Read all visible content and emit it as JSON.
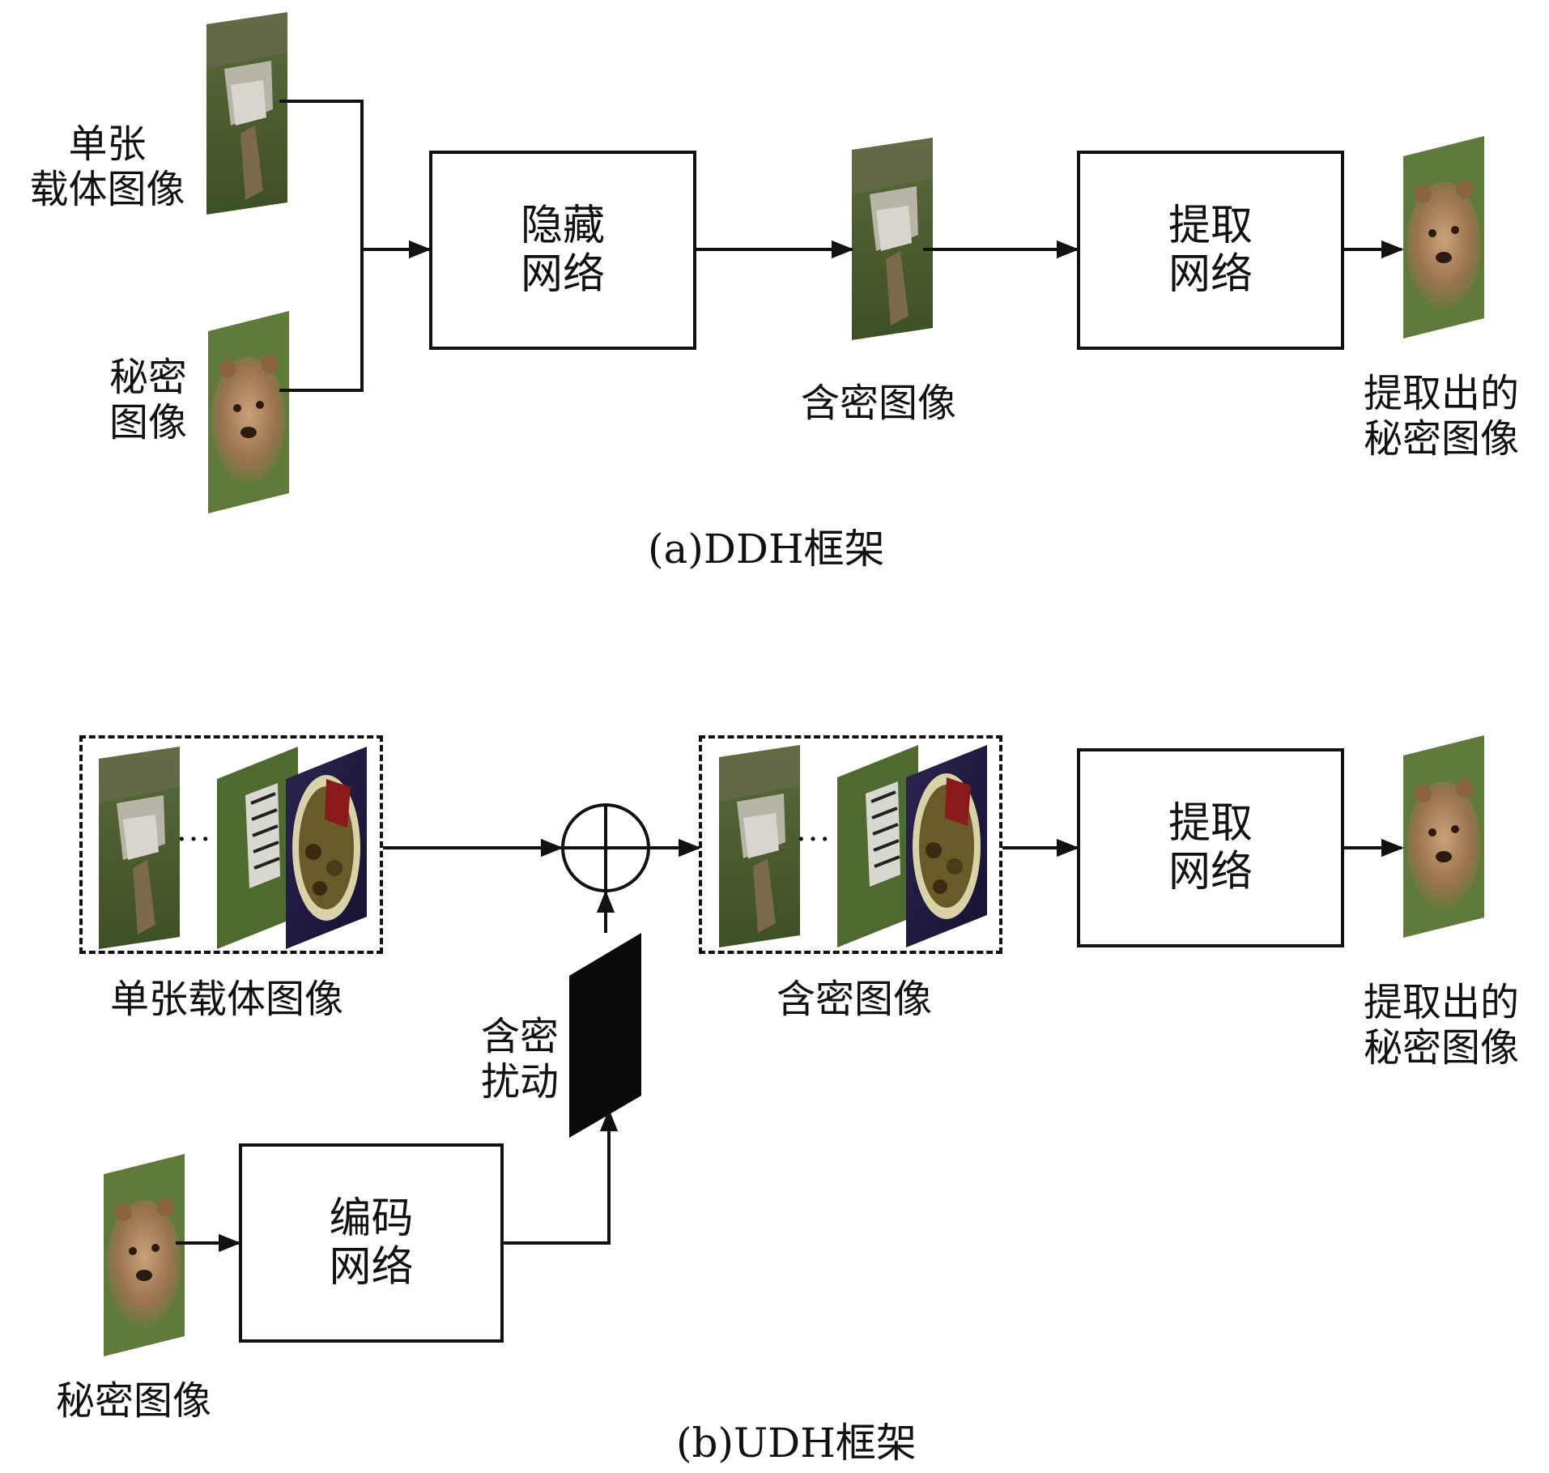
{
  "panel_a": {
    "cover_label": [
      "单张",
      "载体图像"
    ],
    "secret_label": [
      "秘密",
      "图像"
    ],
    "hide_net": [
      "隐藏",
      "网络"
    ],
    "stego_label": "含密图像",
    "extract_net": [
      "提取",
      "网络"
    ],
    "extracted_label": [
      "提取出的",
      "秘密图像"
    ],
    "caption": "(a)DDH框架"
  },
  "panel_b": {
    "cover_label": "单张载体图像",
    "ellipsis": "···",
    "perturb_label": [
      "含密",
      "扰动"
    ],
    "stego_label": "含密图像",
    "extract_net": [
      "提取",
      "网络"
    ],
    "extracted_label": [
      "提取出的",
      "秘密图像"
    ],
    "encode_net": [
      "编码",
      "网络"
    ],
    "secret_label": "秘密图像",
    "caption": "(b)UDH框架"
  },
  "colors": {
    "line": "#111111",
    "perturbation": "#0a0a0a"
  },
  "icons": [
    "building-image-thumbnail",
    "bear-image-thumbnail",
    "zebra-image-thumbnail",
    "food-plate-image-thumbnail",
    "xor-plus-circle-icon"
  ]
}
